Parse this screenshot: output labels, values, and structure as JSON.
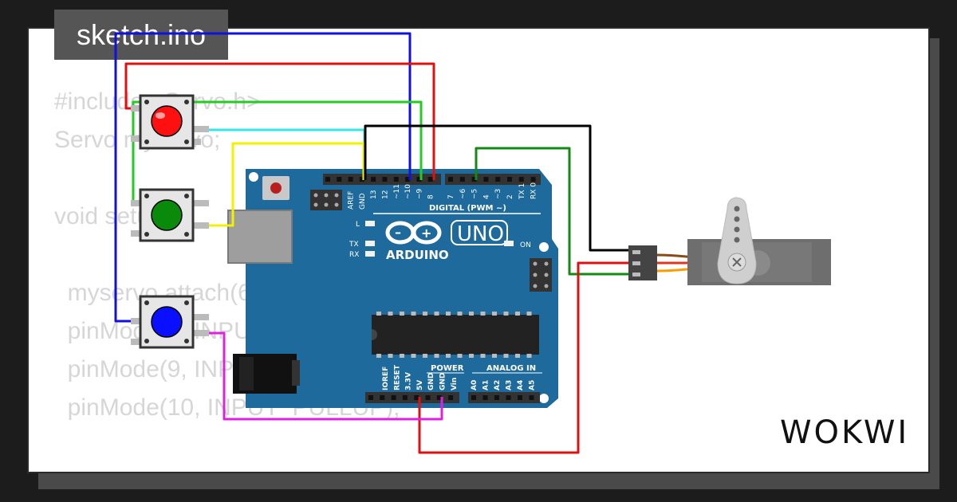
{
  "tab": {
    "label": "sketch.ino"
  },
  "code": {
    "lines": [
      "#include <Servo.h>",
      "Servo myservo;",
      "",
      "void setup() {",
      "",
      "  myservo.attach(6);",
      "  pinMode(8, INPUT_PULLUP);",
      "  pinMode(9, INPUT_PULLUP);",
      "  pinMode(10, INPUT_PULLUP);",
      "",
      "}"
    ]
  },
  "brand": {
    "logo_text": "WOKWI"
  },
  "arduino": {
    "model": "UNO",
    "brand": "ARDUINO",
    "digital_label": "DIGITAL (PWM ~)",
    "power_label": "POWER",
    "analog_label": "ANALOG IN",
    "on_label": "ON",
    "l_label": "L",
    "tx_label": "TX",
    "rx_label": "RX",
    "digital_pins": [
      "AREF",
      "GND",
      "13",
      "12",
      "~11",
      "~10",
      "~9",
      "8",
      "7",
      "~6",
      "~5",
      "4",
      "~3",
      "2",
      "TX 1",
      "RX 0"
    ],
    "power_pins": [
      "IOREF",
      "RESET",
      "3.3V",
      "5V",
      "GND",
      "GND",
      "Vin"
    ],
    "analog_pins": [
      "A0",
      "A1",
      "A2",
      "A3",
      "A4",
      "A5"
    ]
  },
  "colors": {
    "board": "#1f6a9c",
    "wire_blue": "#1010e0",
    "wire_red": "#e01010",
    "wire_green": "#22cc22",
    "wire_cyan": "#33e6e6",
    "wire_yellow": "#f2f200",
    "wire_black": "#000000",
    "wire_darkgreen": "#138a13",
    "wire_magenta": "#e020e0",
    "button_red": "#ff1010",
    "button_green": "#0a8a0a",
    "button_blue": "#0a10ff"
  }
}
